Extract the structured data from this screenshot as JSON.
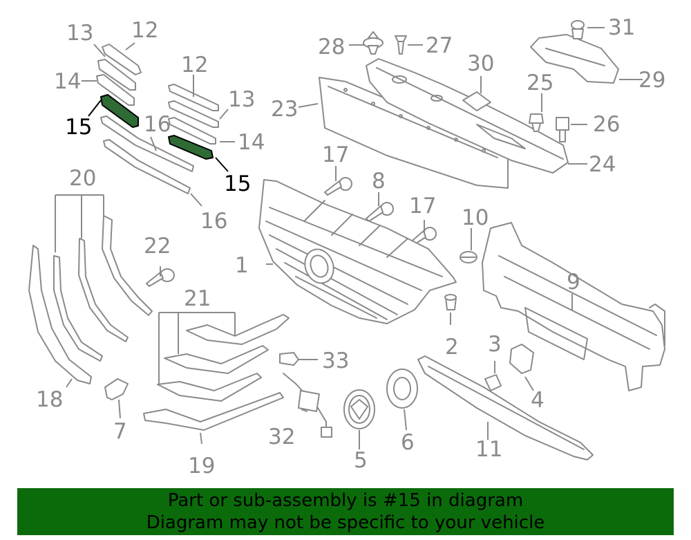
{
  "diagram": {
    "callouts": [
      {
        "id": "c1",
        "text": "1"
      },
      {
        "id": "c2",
        "text": "2"
      },
      {
        "id": "c3",
        "text": "3"
      },
      {
        "id": "c4",
        "text": "4"
      },
      {
        "id": "c5",
        "text": "5"
      },
      {
        "id": "c6",
        "text": "6"
      },
      {
        "id": "c7",
        "text": "7"
      },
      {
        "id": "c8",
        "text": "8"
      },
      {
        "id": "c9",
        "text": "9"
      },
      {
        "id": "c10",
        "text": "10"
      },
      {
        "id": "c11",
        "text": "11"
      },
      {
        "id": "c12a",
        "text": "12"
      },
      {
        "id": "c12b",
        "text": "12"
      },
      {
        "id": "c13a",
        "text": "13"
      },
      {
        "id": "c13b",
        "text": "13"
      },
      {
        "id": "c14a",
        "text": "14"
      },
      {
        "id": "c14b",
        "text": "14"
      },
      {
        "id": "c15a",
        "text": "15"
      },
      {
        "id": "c15b",
        "text": "15"
      },
      {
        "id": "c16a",
        "text": "16"
      },
      {
        "id": "c16b",
        "text": "16"
      },
      {
        "id": "c17a",
        "text": "17"
      },
      {
        "id": "c17b",
        "text": "17"
      },
      {
        "id": "c18",
        "text": "18"
      },
      {
        "id": "c19",
        "text": "19"
      },
      {
        "id": "c20",
        "text": "20"
      },
      {
        "id": "c21",
        "text": "21"
      },
      {
        "id": "c22",
        "text": "22"
      },
      {
        "id": "c23",
        "text": "23"
      },
      {
        "id": "c24",
        "text": "24"
      },
      {
        "id": "c25",
        "text": "25"
      },
      {
        "id": "c26",
        "text": "26"
      },
      {
        "id": "c27",
        "text": "27"
      },
      {
        "id": "c28",
        "text": "28"
      },
      {
        "id": "c29",
        "text": "29"
      },
      {
        "id": "c30",
        "text": "30"
      },
      {
        "id": "c31",
        "text": "31"
      },
      {
        "id": "c32",
        "text": "32"
      },
      {
        "id": "c33",
        "text": "33"
      }
    ],
    "highlighted_part": "15",
    "colors": {
      "line": "#8a8a8a",
      "highlight_fill": "#2e6b35",
      "banner_bg": "#0b6b0b",
      "banner_text": "#000000"
    }
  },
  "banner": {
    "line1": "Part or sub-assembly is #15 in diagram",
    "line2": "Diagram may not be specific to your vehicle"
  }
}
